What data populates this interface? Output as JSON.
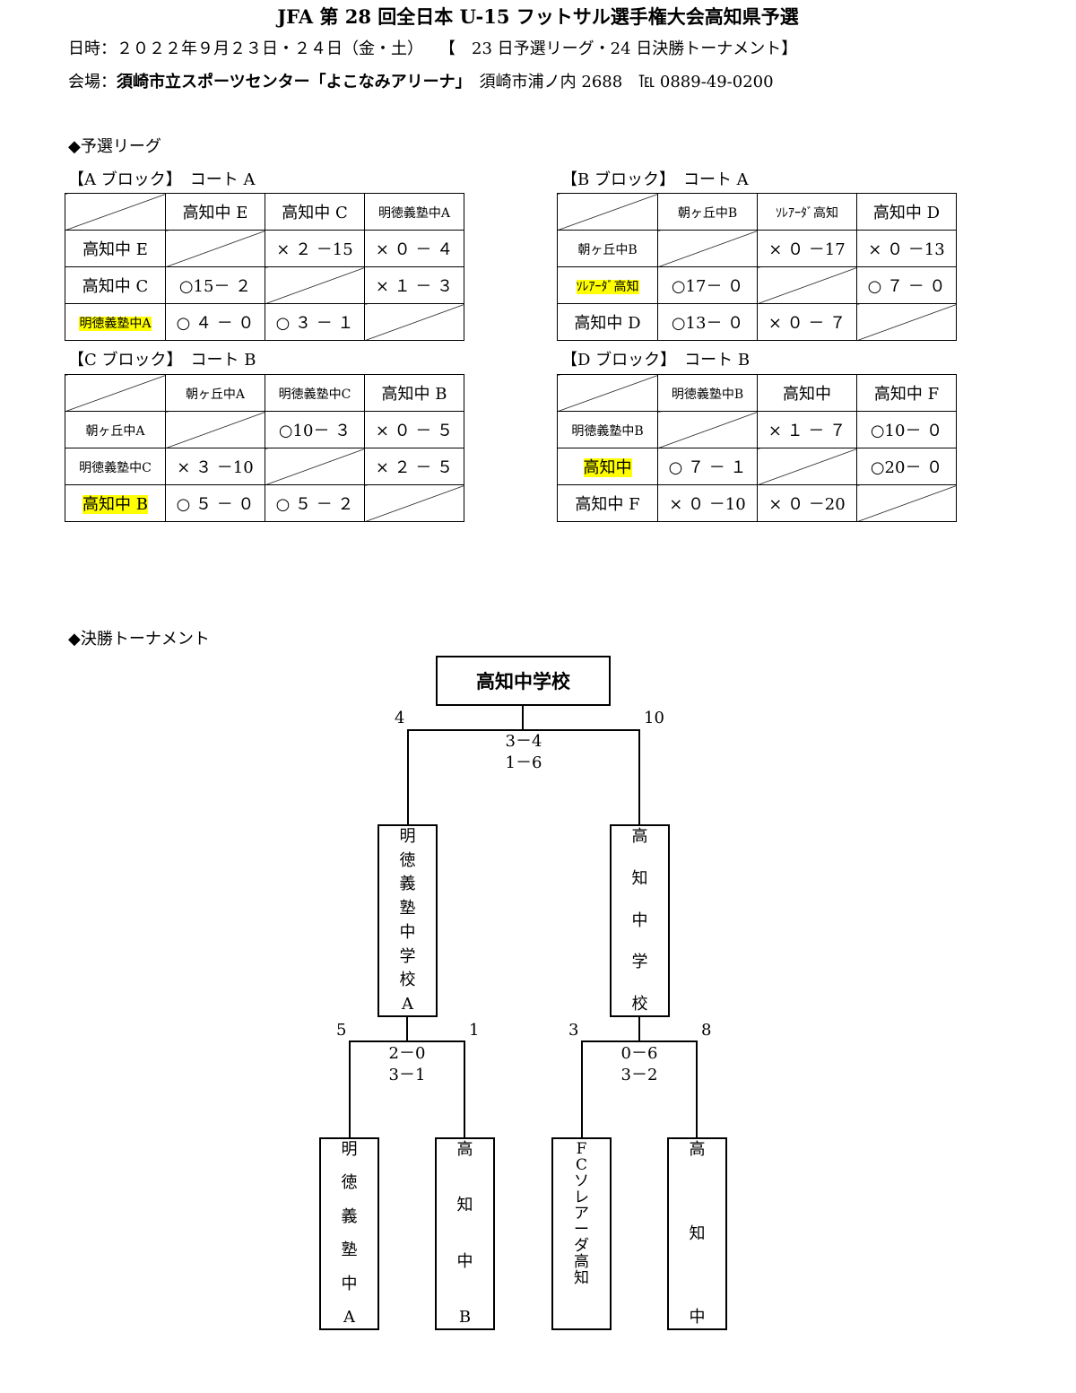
{
  "header": {
    "title": "JFA 第 28 回全日本 U-15 フットサル選手権大会高知県予選",
    "date_line": "日時：２０２２年９月２３日・２４日（金・土）　　【　23 日予選リーグ・24 日決勝トーナメント】",
    "venue_label": "会場：",
    "venue_name": "須崎市立スポーツセンター「よこなみアリーナ」",
    "venue_address": "　須崎市浦ノ内 2688　℡ 0889-49-0200"
  },
  "league": {
    "section_title": "◆予選リーグ",
    "blocks": [
      {
        "heading": "【A ブロック】　コート A",
        "teams": [
          "高知中 E",
          "高知中 C",
          "明徳義塾中A"
        ],
        "results": [
          [
            "",
            "× ２ －15",
            "× ０ － ４"
          ],
          [
            "○15－ ２",
            "",
            "× １ － ３"
          ],
          [
            "○ ４ － ０",
            "○ ３ － １",
            ""
          ]
        ]
      },
      {
        "heading": "【B ブロック】　コート A",
        "teams": [
          "朝ヶ丘中B",
          "ｿﾚｱｰﾀﾞ高知",
          "高知中 D"
        ],
        "results": [
          [
            "",
            "× ０ －17",
            "× ０ －13"
          ],
          [
            "○17－ ０",
            "",
            "○ ７ － ０"
          ],
          [
            "○13－ ０",
            "× ０ － ７",
            ""
          ]
        ]
      },
      {
        "heading": "【C ブロック】　コート B",
        "teams": [
          "朝ヶ丘中A",
          "明徳義塾中C",
          "高知中 B"
        ],
        "results": [
          [
            "",
            "○10－ ３",
            "× ０ － ５"
          ],
          [
            "× ３ －10",
            "",
            "× ２ － ５"
          ],
          [
            "○ ５ － ０",
            "○ ５ － ２",
            ""
          ]
        ]
      },
      {
        "heading": "【D ブロック】　コート B",
        "teams": [
          "明徳義塾中B",
          "高知中",
          "高知中 F"
        ],
        "results": [
          [
            "",
            "× １ － ７",
            "○10－ ０"
          ],
          [
            "○ ７ － １",
            "",
            "○20－ ０"
          ],
          [
            "× ０ －10",
            "× ０ －20",
            ""
          ]
        ]
      }
    ]
  },
  "tournament": {
    "section_title": "◆決勝トーナメント",
    "champion": "高知中学校",
    "final": {
      "left_score": "4",
      "right_score": "10",
      "line1": "3－4",
      "line2": "1－6"
    },
    "semi_left": {
      "team": "明徳義塾中学校A",
      "left_score": "5",
      "right_score": "1",
      "line1": "2－0",
      "line2": "3－1"
    },
    "semi_right": {
      "team": "高知中学校",
      "left_score": "3",
      "right_score": "8",
      "line1": "0－6",
      "line2": "3－2"
    },
    "entrants": [
      "明徳義塾中A",
      "高知中B",
      "FCソレアーダ高知",
      "高知中"
    ]
  }
}
